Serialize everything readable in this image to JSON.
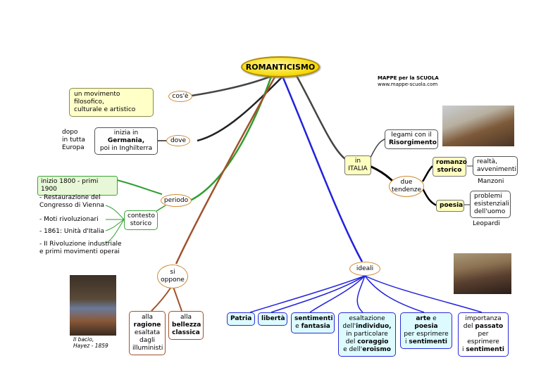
{
  "title": "ROMANTICISMO",
  "credit": {
    "line1": "MAPPE per la SCUOLA",
    "line2": "www.mappe-scuola.com"
  },
  "cose": {
    "label": "cos'è",
    "box": [
      "un movimento filosofico,",
      "culturale e artistico"
    ]
  },
  "dove": {
    "label": "dove",
    "box_a": "inizia in",
    "box_b": "Germania,",
    "box_c": "poi in Inghilterra",
    "side": [
      "dopo",
      "in tutta",
      "Europa"
    ]
  },
  "periodo": {
    "label": "periodo",
    "dates": "inizio 1800 - primi 1900",
    "contesto": [
      "contesto",
      "storico"
    ],
    "events": [
      "- Restaurazione del",
      "Congresso di Vienna",
      "- Moti rivoluzionari",
      "- 1861: Unità d'Italia",
      "- II Rivoluzione industriale",
      "e primi movimenti operai"
    ]
  },
  "italia": {
    "label": [
      "in",
      "ITALIA"
    ],
    "legami": [
      "legami con il",
      "Risorgimento"
    ],
    "tendenze": [
      "due",
      "tendenze"
    ],
    "romanzo": [
      "romanzo",
      "storico"
    ],
    "romanzo_desc": [
      "realtà,",
      "avvenimenti"
    ],
    "manzoni": "Manzoni",
    "poesia": "poesia",
    "poesia_desc": [
      "problemi",
      "esistenziali",
      "dell'uomo"
    ],
    "leopardi": "Leopardi"
  },
  "si_oppone": {
    "label": [
      "si",
      "oppone"
    ],
    "ragione": [
      "alla",
      "ragione",
      "esaltata",
      "dagli",
      "illuministi"
    ],
    "bellezza": [
      "alla",
      "bellezza",
      "classica"
    ]
  },
  "ideali": {
    "label": "ideali",
    "patria": "Patria",
    "liberta": "libertà",
    "sentimenti": [
      "sentimenti",
      "e",
      "fantasia"
    ],
    "individuo": [
      "esaltazione",
      "dell'",
      "individuo,",
      "in particolare",
      "del",
      "coraggio",
      "e dell'",
      "eroismo"
    ],
    "arte": [
      "arte",
      "e",
      "poesia",
      "per esprimere",
      "i",
      "sentimenti"
    ],
    "passato": [
      "importanza",
      "del",
      "passato",
      "per esprimere",
      "i",
      "sentimenti"
    ]
  },
  "bacio": {
    "caption1": "Il bacio,",
    "caption2": "Hayez - 1859"
  }
}
